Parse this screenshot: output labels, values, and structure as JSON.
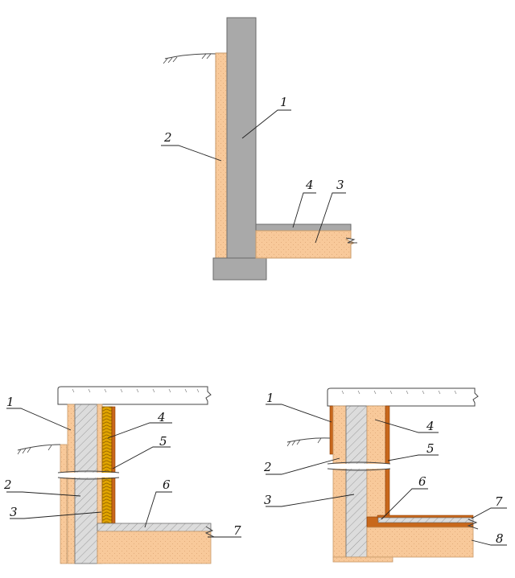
{
  "colors": {
    "concrete": "#a9a9a9",
    "concrete_edge": "#6a6a6a",
    "insulation": "#f8c99a",
    "insulation_edge": "#c89a6a",
    "hatch_fill": "#d9d9d9",
    "membrane": "#c8681c",
    "wool": "#d8a000"
  },
  "top_diagram": {
    "labels": [
      "1",
      "2",
      "3",
      "4"
    ]
  },
  "bottom_left_diagram": {
    "labels": [
      "1",
      "2",
      "3",
      "4",
      "5",
      "6",
      "7"
    ]
  },
  "bottom_right_diagram": {
    "labels": [
      "1",
      "2",
      "3",
      "4",
      "5",
      "6",
      "7",
      "8"
    ]
  }
}
